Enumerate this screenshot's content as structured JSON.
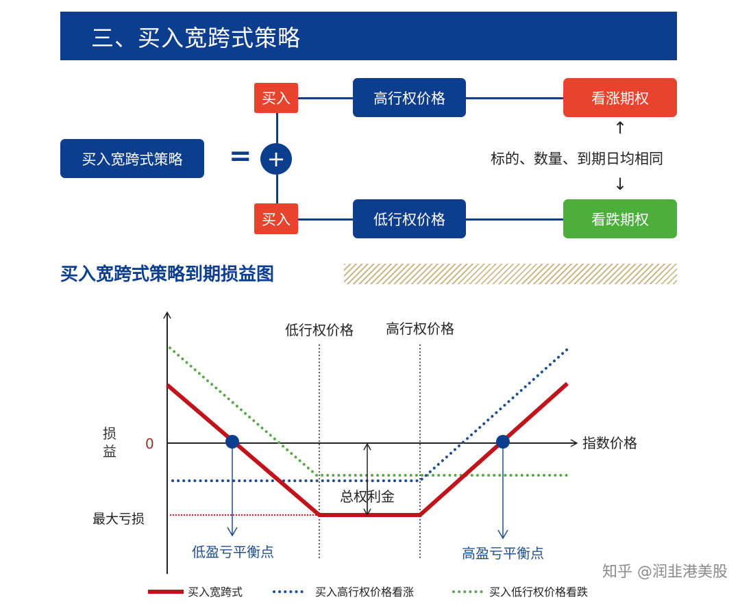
{
  "header": {
    "title": "三、买入宽跨式策略"
  },
  "structure": {
    "strategy": "买入宽跨式策略",
    "equals": "=",
    "plus": "+",
    "buy_top": "买入",
    "buy_bottom": "买入",
    "high_strike": "高行权价格",
    "low_strike": "低行权价格",
    "call": "看涨期权",
    "put": "看跌期权",
    "note": "标的、数量、到期日均相同",
    "arrow_up": "↑",
    "arrow_down": "↓"
  },
  "section": {
    "title": "买入宽跨式策略到期损益图"
  },
  "chart": {
    "y_label_1": "损",
    "y_label_2": "益",
    "zero": "0",
    "x_label": "指数价格",
    "low_strike": "低行权价格",
    "high_strike": "高行权价格",
    "premium": "总权利金",
    "max_loss": "最大亏损",
    "low_breakeven": "低盈亏平衡点",
    "high_breakeven": "高盈亏平衡点",
    "legend": [
      "买入宽跨式",
      "买入高行权价格看涨",
      "买入低行权价格看跌"
    ]
  },
  "watermark": "知乎 @润韭港美股",
  "colors": {
    "blue": "#0d3e8e",
    "red": "#e8432c",
    "green": "#4caf3c",
    "payoff_red": "#c0141c",
    "call_dots": "#1f4e8c",
    "put_dots": "#5aa84a"
  }
}
